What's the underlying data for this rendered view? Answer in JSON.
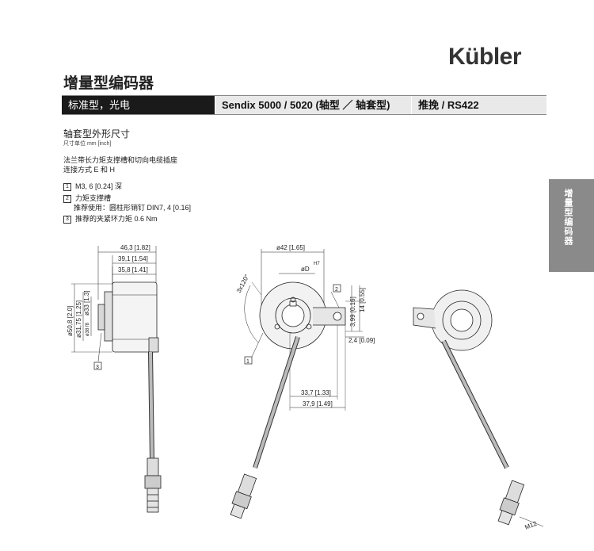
{
  "header": {
    "logo": "Kübler",
    "title": "增量型编码器",
    "bar": {
      "segment_1": "标准型，光电",
      "segment_2": "Sendix 5000 / 5020 (轴型 ／ 轴套型)",
      "segment_3": "推挽 / RS422"
    },
    "side_tab": "增量型编码器"
  },
  "intro": {
    "subtitle": "轴套型外形尺寸",
    "unit": "尺寸单位 mm [inch]",
    "line_1": "法兰带长力矩支撑槽和切向电缆插座",
    "line_2": "连接方式 E 和 H"
  },
  "notes": [
    {
      "num": "1",
      "text": "M3, 6 [0.24] 深"
    },
    {
      "num": "2",
      "text": "力矩支撑槽"
    },
    {
      "num": "",
      "text": "推荐使用：圆柱形销钉 DIN7, 4 [0.16]"
    },
    {
      "num": "3",
      "text": "推荐的夹紧环力矩 0.6 Nm"
    }
  ],
  "drawing": {
    "left_view": {
      "dim_top": "46,3 [1.82]",
      "dim_mid": "39,1 [1.54]",
      "dim_low": "35,8 [1.41]",
      "dim_v1": "ø50,8 [2.0]",
      "dim_v2": "ø31,75 [1.25]",
      "dim_v3": "ø33 [1.3]",
      "dim_v4": "ø38 f8",
      "callout": "3"
    },
    "center_view": {
      "dim_dia": "ø42 [1.65]",
      "dim_bore": "øD",
      "bore_tol": "H7",
      "angle": "3x120°",
      "dim_slot_1": "3,99 [0.16]",
      "dim_slot_2": "14 [0.55]",
      "dim_slot_3": "2,4 [0.09]",
      "dim_bottom_1": "33,7 [1.33]",
      "dim_bottom_2": "37,9 [1.49]",
      "callout_1": "1",
      "callout_2": "2"
    },
    "right_view": {
      "thread": "M12"
    }
  }
}
